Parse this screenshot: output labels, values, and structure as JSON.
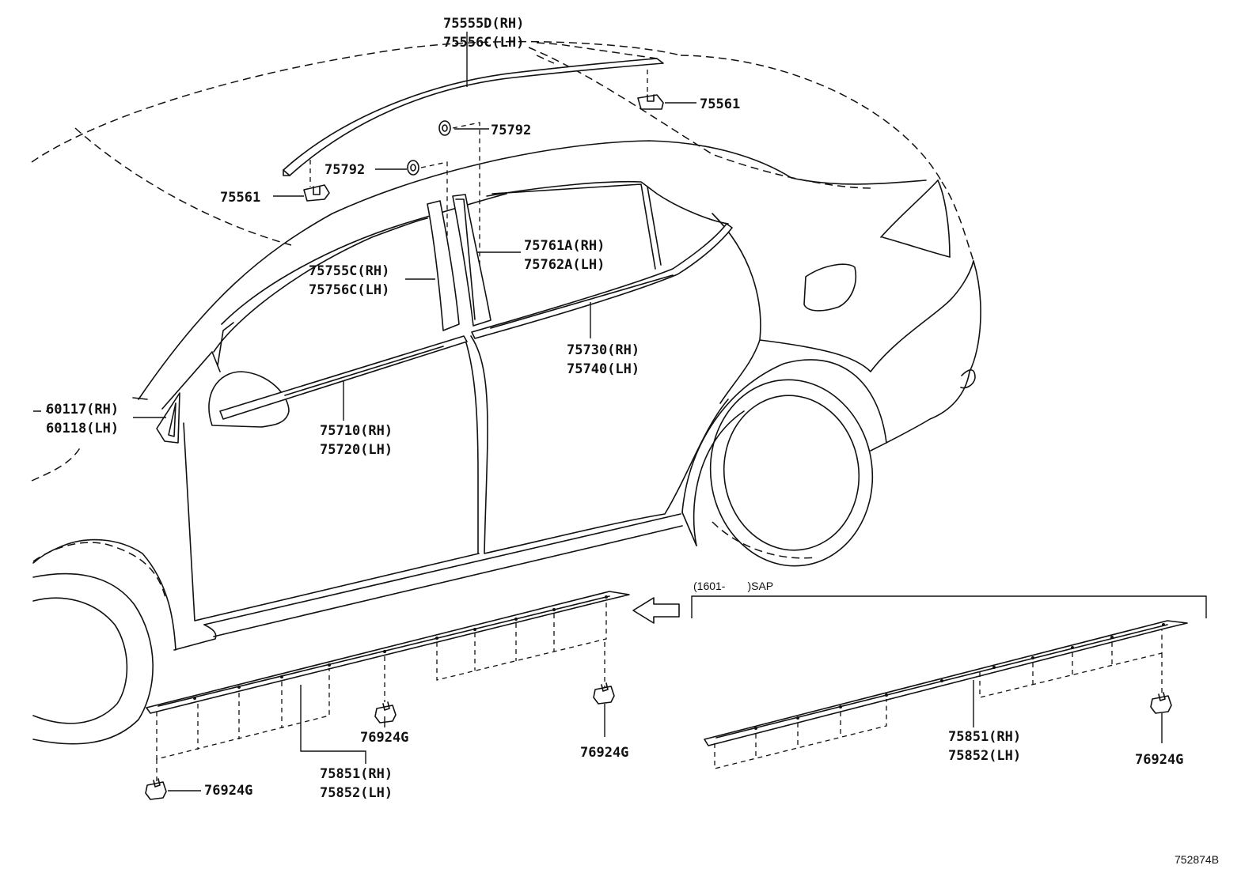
{
  "labels": {
    "roof_moulding_rh": "75555D(RH)",
    "roof_moulding_lh": "75556C(LH)",
    "roof_clip_rear": "75561",
    "roof_clip_front": "75561",
    "clip_a": "75792",
    "clip_b": "75792",
    "front_pillar_garnish_rh": "75755C(RH)",
    "front_pillar_garnish_lh": "75756C(LH)",
    "rear_pillar_garnish_rh": "75761A(RH)",
    "rear_pillar_garnish_lh": "75762A(LH)",
    "rear_belt_moulding_rh": "75730(RH)",
    "rear_belt_moulding_lh": "75740(LH)",
    "front_belt_moulding_rh": "75710(RH)",
    "front_belt_moulding_lh": "75720(LH)",
    "window_glass_rh": "60117(RH)",
    "window_glass_lh": "60118(LH)",
    "rocker_moulding_rh": "75851(RH)",
    "rocker_moulding_lh": "75852(LH)",
    "rocker_moulding_alt_rh": "75851(RH)",
    "rocker_moulding_alt_lh": "75852(LH)",
    "clip_76924_a": "76924G",
    "clip_76924_b": "76924G",
    "clip_76924_c": "76924G",
    "clip_76924_d": "76924G",
    "variant_note": "(1601-　　)SAP",
    "diagram_code": "752874B"
  }
}
